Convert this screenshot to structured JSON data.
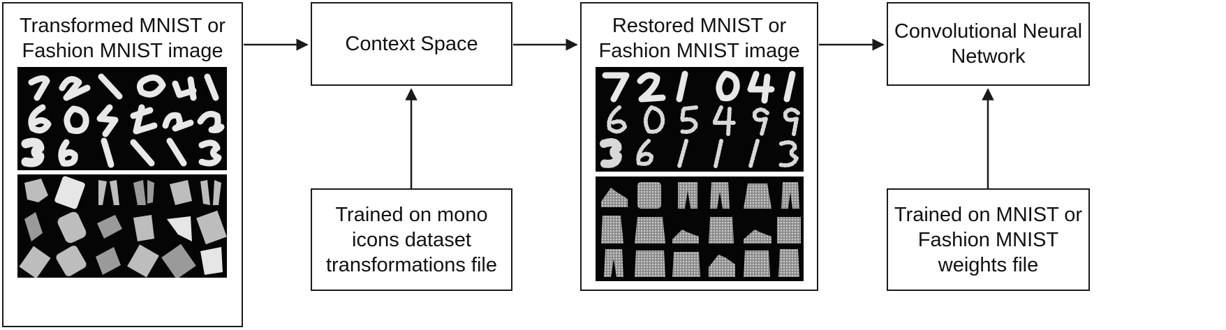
{
  "nodes": {
    "transformed": {
      "label": "Transformed MNIST or\nFashion MNIST image"
    },
    "context_space": {
      "label": "Context Space"
    },
    "restored": {
      "label": "Restored MNIST or\nFashion MNIST image"
    },
    "cnn": {
      "label": "Convolutional Neural\nNetwork"
    },
    "context_training": {
      "label": "Trained on mono\nicons dataset\ntransformations file"
    },
    "cnn_training": {
      "label": "Trained on MNIST or\nFashion MNIST\nweights file"
    }
  },
  "edges": [
    {
      "from": "transformed",
      "to": "context_space"
    },
    {
      "from": "context_space",
      "to": "restored"
    },
    {
      "from": "restored",
      "to": "cnn"
    },
    {
      "from": "context_training",
      "to": "context_space"
    },
    {
      "from": "cnn_training",
      "to": "cnn"
    }
  ],
  "colors": {
    "stroke": "#1a1a1a",
    "panel_bg": "#050505",
    "ink": "#111111"
  }
}
